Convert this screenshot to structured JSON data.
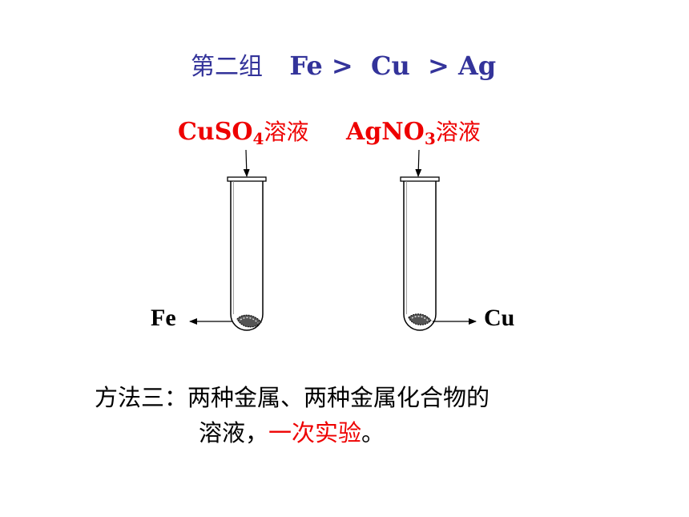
{
  "title": {
    "group": "第二组",
    "order": "Fe >  Cu  > Ag"
  },
  "left_tube": {
    "solution_prefix": "CuSO",
    "solution_sub": "4",
    "solution_suffix": "溶液",
    "metal": "Fe"
  },
  "right_tube": {
    "solution_prefix": "AgNO",
    "solution_sub": "3",
    "solution_suffix": "溶液",
    "metal": "Cu"
  },
  "method": {
    "line1": "方法三：两种金属、两种金属化合物的",
    "line2_a": "溶液，",
    "line2_highlight": "一次实验",
    "line2_end": "。"
  },
  "colors": {
    "title": "#33339a",
    "solution_label": "#ee0000",
    "highlight": "#ee0000"
  }
}
